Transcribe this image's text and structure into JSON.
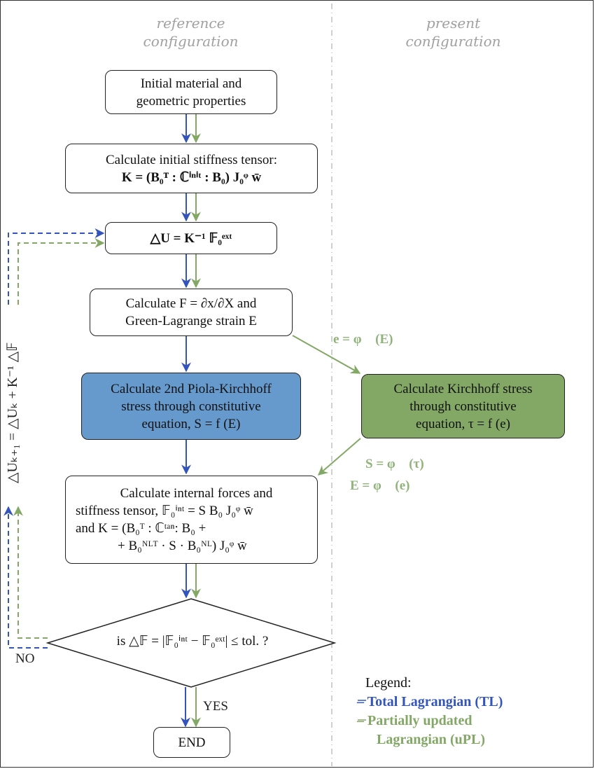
{
  "headers": {
    "reference": [
      "reference",
      "configuration"
    ],
    "present": [
      "present",
      "configuration"
    ]
  },
  "boxes": {
    "initial": [
      "Initial material and",
      "geometric properties"
    ],
    "stiffness": {
      "line1": "Calculate initial stiffness tensor:",
      "formula": "K = (B₀ᵀ : ℂⁱⁿⁱᵗ : B₀) J₀ᵠ w̄"
    },
    "delta_u": "△U = K⁻¹ 𝔽₀ᵉˣᵗ",
    "deformation": {
      "line1": "Calculate F = ∂x/∂X and",
      "line2": "Green-Lagrange strain E"
    },
    "pk2": [
      "Calculate 2nd Piola-Kirchhoff",
      "stress through constitutive",
      "equation, S = f (E)"
    ],
    "kirchhoff": [
      "Calculate Kirchhoff stress",
      "through constitutive",
      "equation, τ = f (e)"
    ],
    "internal": [
      "Calculate internal forces and",
      "stiffness tensor, 𝔽₀ⁱⁿᵗ = S B₀ J₀ᵠ w̄",
      "and K = (B₀ᵀ : ℂᵗᵃⁿ: B₀ +",
      "+ B₀ᴺᴸᵀ · S · B₀ᴺᴸ) J₀ᵠ w̄"
    ],
    "decision": "is  △𝔽 = |𝔽₀ⁱⁿᵗ − 𝔽₀ᵉˣᵗ| ≤ tol. ?",
    "end": "END"
  },
  "labels": {
    "push_forward": "e = φ⃗ (E)",
    "pull_back_S": "S = φ⃖ (τ)",
    "pull_back_E": "E = φ⃖ (e)",
    "no": "NO",
    "yes": "YES",
    "update": "△Uₖ₊₁ = △Uₖ + K⁻¹ △𝔽"
  },
  "legend": {
    "title": "Legend:",
    "items": [
      {
        "label": "– Total Lagrangian (TL)",
        "color": "#3355bb"
      },
      {
        "label": "– Partially updated",
        "color": "#83a866"
      },
      {
        "label": "  Lagrangian (uPL)",
        "color": "#83a866"
      }
    ]
  },
  "colors": {
    "tl": "#3355bb",
    "upl": "#83a866",
    "pk2_fill": "#6699cc",
    "kirchhoff_fill": "#83a866",
    "header_gray": "#a0a0a0"
  }
}
